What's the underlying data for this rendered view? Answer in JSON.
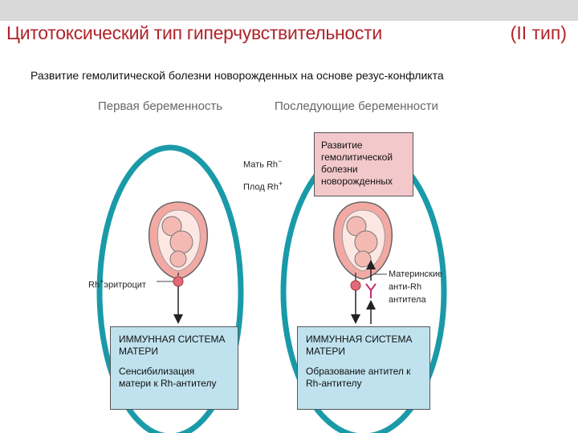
{
  "slide": {
    "title": "Цитотоксический тип гиперчувствительности",
    "title_type": "(II тип)",
    "subtitle": "Развитие гемолитической болезни новорожденных на основе резус-конфликта"
  },
  "diagram": {
    "column_first": "Первая беременность",
    "column_next": "Последующие беременности",
    "mother_label": "Мать Rh",
    "mother_sign": "−",
    "fetus_label": "Плод Rh",
    "fetus_sign": "+",
    "rh_erythrocyte_prefix": "Rh",
    "rh_erythrocyte_sign": "+",
    "rh_erythrocyte_suffix": "эритроцит",
    "antibodies_line1": "Материнские",
    "antibodies_line2": "анти-Rh",
    "antibodies_line3": "антитела",
    "disease_line1": "Развитие",
    "disease_line2": "гемолитической",
    "disease_line3": "болезни",
    "disease_line4": "новорожденных",
    "box_left_heading1": "ИММУННАЯ СИСТЕМА",
    "box_left_heading2": "МАТЕРИ",
    "box_left_text1": "Сенсибилизация",
    "box_left_text2": "матери к Rh-антителу",
    "box_right_heading1": "ИММУННАЯ СИСТЕМА",
    "box_right_heading2": "МАТЕРИ",
    "box_right_text1": "Образование антител к",
    "box_right_text2": "Rh-антителу"
  },
  "colors": {
    "title": "#b0232a",
    "oval_stroke": "#1a9aa8",
    "immune_box_fill": "#bfe2ee",
    "disease_box_fill": "#f3c8cb",
    "erythrocyte": "#e26a7a",
    "uterus": "#f2a9a4",
    "antibody": "#c0336e"
  }
}
